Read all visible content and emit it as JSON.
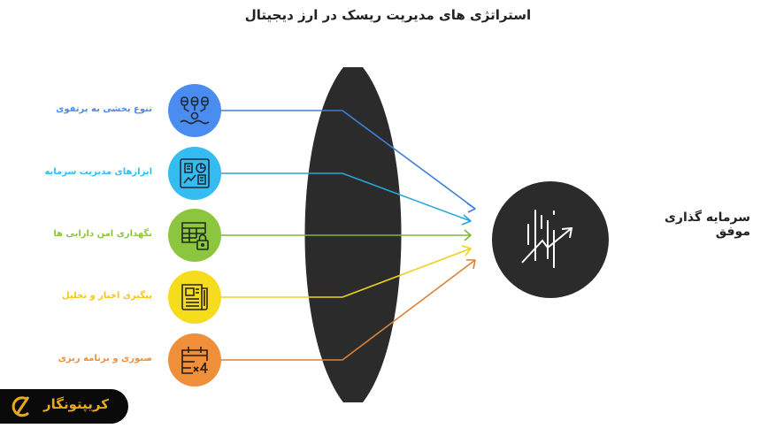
{
  "title": "استراتژی های مدیریت ریسک در ارز دیجیتال",
  "strategies": [
    {
      "label": "تنوع بخشی به پرتفوی",
      "color": "#4a8cf0",
      "line_color": "#3f7fd9",
      "icon": "portfolio-diversification-icon"
    },
    {
      "label": "ابزارهای مدیریت سرمایه",
      "color": "#35bcf0",
      "line_color": "#2aa6d6",
      "icon": "dashboard-tools-icon"
    },
    {
      "label": "نگهداری امن دارایی ها",
      "color": "#8cc63f",
      "line_color": "#7cb83a",
      "icon": "secure-table-lock-icon"
    },
    {
      "label": "پیگیری اخبار و تحلیل",
      "color": "#f5dc1c",
      "line_color": "#efd21c",
      "icon": "newspaper-icon"
    },
    {
      "label": "صبوری و برنامه ریزی",
      "color": "#f08f3a",
      "line_color": "#d9823a",
      "icon": "calendar-plan-icon"
    }
  ],
  "target": {
    "label": "سرمایه گذاری موفق",
    "icon": "growth-chart-icon",
    "color": "#2b2b2b"
  },
  "lens_color": "#2b2b2b",
  "logo": {
    "text": "کریپتونگار",
    "color": "#e7a823"
  }
}
